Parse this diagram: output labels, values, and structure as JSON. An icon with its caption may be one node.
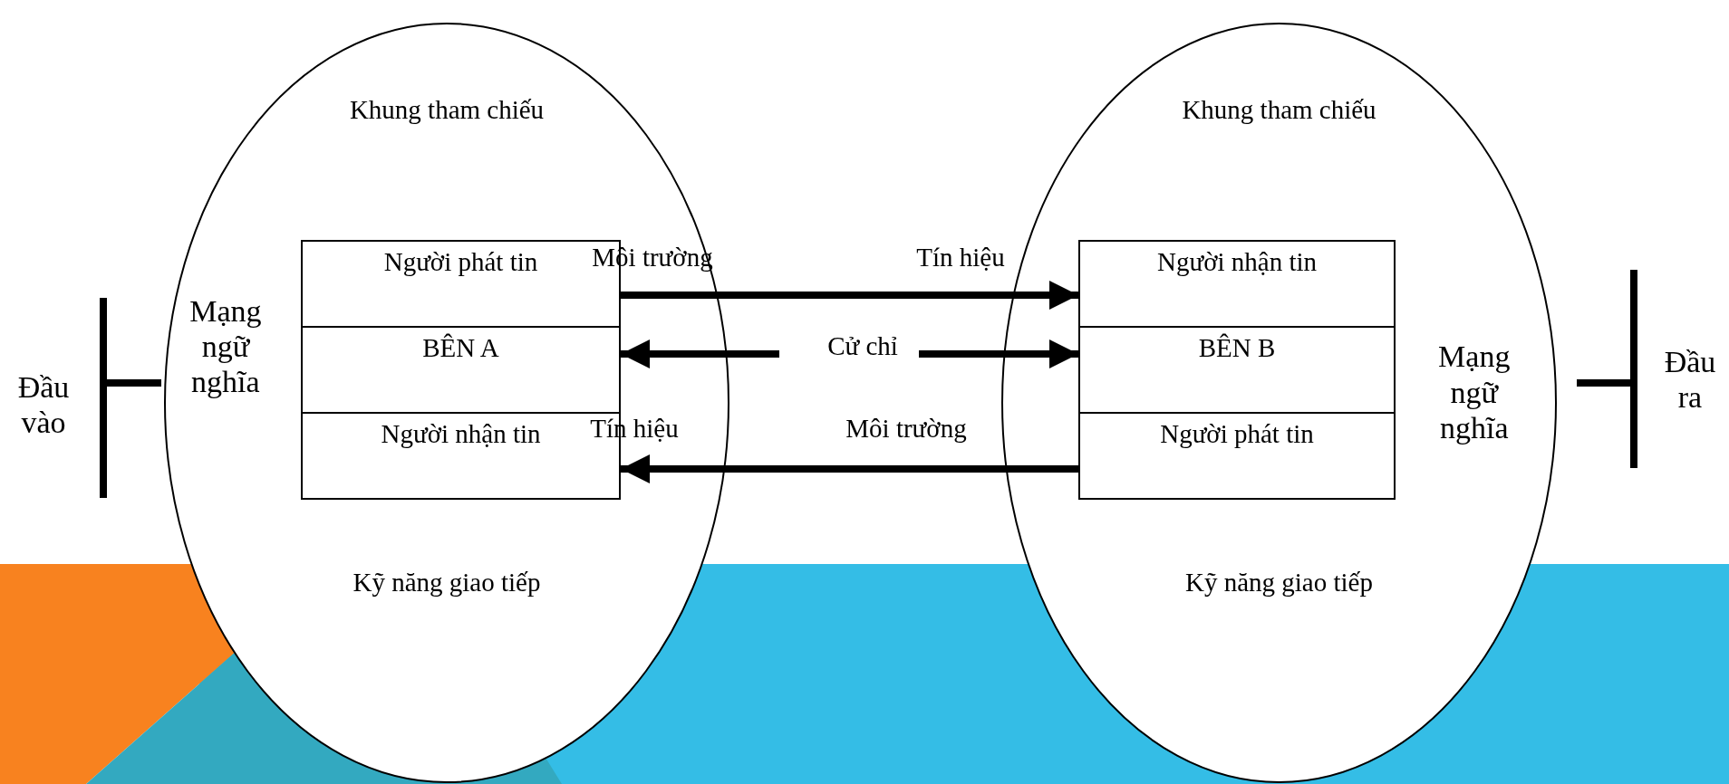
{
  "diagram": {
    "nodes": [
      {
        "text": [
          "Khung tham chiếu",
          "Mạng ngữ nghĩa",
          "Kỹ năng giao tiếp"
        ]
      },
      {
        "text": [
          "Người phát tin"
        ],
        "in": 0
      },
      {
        "text": [
          "BÊN A"
        ],
        "in": 0
      },
      {
        "text": [
          "Người nhận tin"
        ],
        "in": 0
      },
      {
        "text": [
          "Cử chỉ"
        ]
      },
      {
        "text": [
          "Khung tham chiếu",
          "Mạng ngữ nghĩa",
          "Kỹ năng giao tiếp"
        ]
      },
      {
        "text": [
          "Người nhận tin"
        ],
        "in": 5
      },
      {
        "text": [
          "BÊN B"
        ],
        "in": 5
      },
      {
        "text": [
          "Người phát tin"
        ],
        "in": 5
      },
      {
        "text": [],
        "shape": "bar",
        "beside": [
          "Đầu vào"
        ]
      },
      {
        "text": [],
        "shape": "bar",
        "beside": [
          "Đầu ra"
        ]
      }
    ],
    "edges": [
      {
        "from": 1,
        "to": 6,
        "arrow": "to"
      },
      {
        "from": 4,
        "to": 2,
        "arrow": "to"
      },
      {
        "from": 4,
        "to": 7,
        "arrow": "to"
      },
      {
        "from": 8,
        "to": 3,
        "arrow": "to"
      },
      {
        "from": 9,
        "to": 0,
        "arrow": "none"
      },
      {
        "from": 5,
        "to": 10,
        "arrow": "none"
      }
    ],
    "labels": [
      "Môi trường",
      "Tín hiệu",
      "Tín hiệu",
      "Môi trường"
    ]
  }
}
